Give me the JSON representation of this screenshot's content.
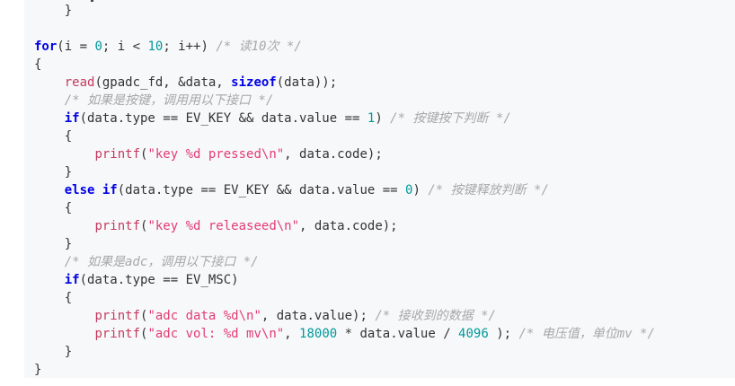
{
  "page": {
    "background": "#ffffff",
    "code_background": "#f7f8fa"
  },
  "colors": {
    "plain": "#333333",
    "keyword": "#0000e8",
    "number": "#009999",
    "function": "#c53a5e",
    "string": "#e23d72",
    "comment": "#a8a8a8"
  },
  "code": {
    "language": "c",
    "lines": [
      {
        "segments": [
          {
            "type": "plain",
            "text": "    }"
          }
        ]
      },
      {
        "segments": []
      },
      {
        "segments": [
          {
            "type": "keyword",
            "text": "for"
          },
          {
            "type": "plain",
            "text": "(i = "
          },
          {
            "type": "number",
            "text": "0"
          },
          {
            "type": "plain",
            "text": "; i < "
          },
          {
            "type": "number",
            "text": "10"
          },
          {
            "type": "plain",
            "text": "; i++) "
          },
          {
            "type": "comment",
            "text": "/* 读10次 */"
          }
        ]
      },
      {
        "segments": [
          {
            "type": "plain",
            "text": "{"
          }
        ]
      },
      {
        "segments": [
          {
            "type": "plain",
            "text": "    "
          },
          {
            "type": "function",
            "text": "read"
          },
          {
            "type": "plain",
            "text": "(gpadc_fd, &data, "
          },
          {
            "type": "keyword",
            "text": "sizeof"
          },
          {
            "type": "plain",
            "text": "(data));"
          }
        ]
      },
      {
        "segments": [
          {
            "type": "plain",
            "text": "    "
          },
          {
            "type": "comment",
            "text": "/* 如果是按键，调用用以下接口 */"
          }
        ]
      },
      {
        "segments": [
          {
            "type": "plain",
            "text": "    "
          },
          {
            "type": "keyword",
            "text": "if"
          },
          {
            "type": "plain",
            "text": "(data.type == EV_KEY && data.value == "
          },
          {
            "type": "number",
            "text": "1"
          },
          {
            "type": "plain",
            "text": ") "
          },
          {
            "type": "comment",
            "text": "/* 按键按下判断 */"
          }
        ]
      },
      {
        "segments": [
          {
            "type": "plain",
            "text": "    {"
          }
        ]
      },
      {
        "segments": [
          {
            "type": "plain",
            "text": "        "
          },
          {
            "type": "function",
            "text": "printf"
          },
          {
            "type": "plain",
            "text": "("
          },
          {
            "type": "string",
            "text": "\"key %d pressed\\n\""
          },
          {
            "type": "plain",
            "text": ", data.code);"
          }
        ]
      },
      {
        "segments": [
          {
            "type": "plain",
            "text": "    }"
          }
        ]
      },
      {
        "segments": [
          {
            "type": "plain",
            "text": "    "
          },
          {
            "type": "keyword",
            "text": "else"
          },
          {
            "type": "plain",
            "text": " "
          },
          {
            "type": "keyword",
            "text": "if"
          },
          {
            "type": "plain",
            "text": "(data.type == EV_KEY && data.value == "
          },
          {
            "type": "number",
            "text": "0"
          },
          {
            "type": "plain",
            "text": ") "
          },
          {
            "type": "comment",
            "text": "/* 按键释放判断 */"
          }
        ]
      },
      {
        "segments": [
          {
            "type": "plain",
            "text": "    {"
          }
        ]
      },
      {
        "segments": [
          {
            "type": "plain",
            "text": "        "
          },
          {
            "type": "function",
            "text": "printf"
          },
          {
            "type": "plain",
            "text": "("
          },
          {
            "type": "string",
            "text": "\"key %d releaseed\\n\""
          },
          {
            "type": "plain",
            "text": ", data.code);"
          }
        ]
      },
      {
        "segments": [
          {
            "type": "plain",
            "text": "    }"
          }
        ]
      },
      {
        "segments": [
          {
            "type": "plain",
            "text": "    "
          },
          {
            "type": "comment",
            "text": "/* 如果是adc，调用以下接口 */"
          }
        ]
      },
      {
        "segments": [
          {
            "type": "plain",
            "text": "    "
          },
          {
            "type": "keyword",
            "text": "if"
          },
          {
            "type": "plain",
            "text": "(data.type == EV_MSC)"
          }
        ]
      },
      {
        "segments": [
          {
            "type": "plain",
            "text": "    {"
          }
        ]
      },
      {
        "segments": [
          {
            "type": "plain",
            "text": "        "
          },
          {
            "type": "function",
            "text": "printf"
          },
          {
            "type": "plain",
            "text": "("
          },
          {
            "type": "string",
            "text": "\"adc data %d\\n\""
          },
          {
            "type": "plain",
            "text": ", data.value); "
          },
          {
            "type": "comment",
            "text": "/* 接收到的数据 */"
          }
        ]
      },
      {
        "segments": [
          {
            "type": "plain",
            "text": "        "
          },
          {
            "type": "function",
            "text": "printf"
          },
          {
            "type": "plain",
            "text": "("
          },
          {
            "type": "string",
            "text": "\"adc vol: %d mv\\n\""
          },
          {
            "type": "plain",
            "text": ", "
          },
          {
            "type": "number",
            "text": "18000"
          },
          {
            "type": "plain",
            "text": " * data.value / "
          },
          {
            "type": "number",
            "text": "4096"
          },
          {
            "type": "plain",
            "text": " ); "
          },
          {
            "type": "comment",
            "text": "/* 电压值，单位mv */"
          }
        ]
      },
      {
        "segments": [
          {
            "type": "plain",
            "text": "    }"
          }
        ]
      },
      {
        "segments": [
          {
            "type": "plain",
            "text": "}"
          }
        ]
      }
    ]
  }
}
